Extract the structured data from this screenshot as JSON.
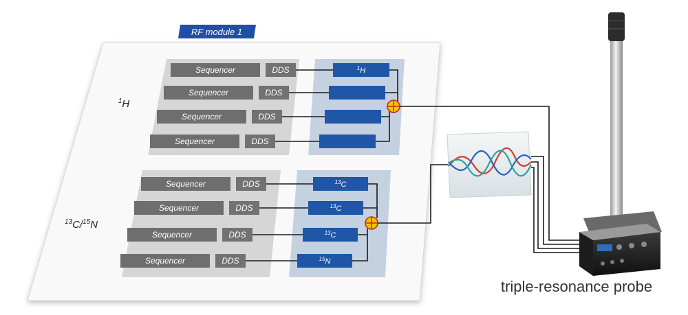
{
  "module": {
    "label": "RF module 1"
  },
  "groups": [
    {
      "label": "1H",
      "label_sup": "1",
      "label_main": "H",
      "rows": [
        {
          "sequencer": "Sequencer",
          "dds": "DDS",
          "channel_sup": "1",
          "channel_main": "H"
        },
        {
          "sequencer": "Sequencer",
          "dds": "DDS",
          "channel_sup": "",
          "channel_main": ""
        },
        {
          "sequencer": "Sequencer",
          "dds": "DDS",
          "channel_sup": "",
          "channel_main": ""
        },
        {
          "sequencer": "Sequencer",
          "dds": "DDS",
          "channel_sup": "",
          "channel_main": ""
        }
      ]
    },
    {
      "label": "13C/15N",
      "label_sup1": "13",
      "label_mid": "C/",
      "label_sup2": "15",
      "label_main": "N",
      "rows": [
        {
          "sequencer": "Sequencer",
          "dds": "DDS",
          "channel_sup": "13",
          "channel_main": "C"
        },
        {
          "sequencer": "Sequencer",
          "dds": "DDS",
          "channel_sup": "13",
          "channel_main": "C"
        },
        {
          "sequencer": "Sequencer",
          "dds": "DDS",
          "channel_sup": "13",
          "channel_main": "C"
        },
        {
          "sequencer": "Sequencer",
          "dds": "DDS",
          "channel_sup": "15",
          "channel_main": "N"
        }
      ]
    }
  ],
  "probe": {
    "label": "triple-resonance probe"
  },
  "colors": {
    "module_tag": "#1f4fa6",
    "sequencer": "#6e6e6e",
    "dds": "#727272",
    "channel_panel": "#c4d1e0",
    "channel": "#1f56a8",
    "combiner": "#f2c400",
    "wave_red": "#d63a3a",
    "wave_blue": "#2a5fbf",
    "wave_green": "#2aa398"
  }
}
